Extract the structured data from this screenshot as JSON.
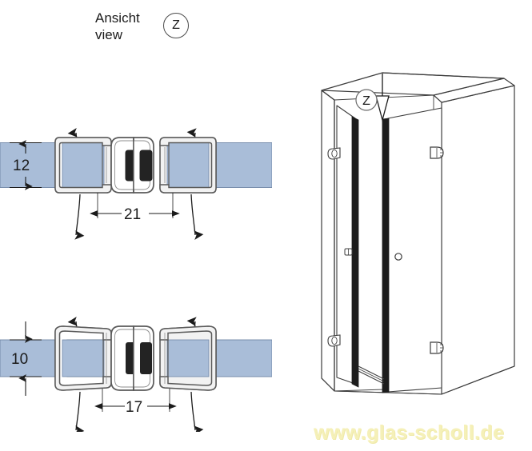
{
  "header": {
    "line_de": "Ansicht",
    "line_en": "view",
    "callout_letter": "Z"
  },
  "details": [
    {
      "id": "detail-upper",
      "glass_thickness": "12",
      "profile_width": "21",
      "arrow_count": 4
    },
    {
      "id": "detail-lower",
      "glass_thickness": "10",
      "profile_width": "17",
      "arrow_count": 4
    }
  ],
  "isometric": {
    "callout_letter": "Z",
    "parts": {
      "enclosure": "shower-enclosure",
      "door": "glass-door",
      "fixed_panel": "fixed-glass-panel",
      "magnetic_seal": "magnetic-seal-strip",
      "hinges": "wall-hinges",
      "handle": "door-handle-knob",
      "clamps": "glass-clamps"
    }
  },
  "watermark": {
    "text": "www.glas-scholl.de",
    "color": "#f5f0b8"
  },
  "colors": {
    "glass": "#a9bdd8",
    "glass_edge": "#6f86a6",
    "profile_fill": "#f2f2f2",
    "profile_stroke": "#5a5a5a",
    "magnet": "#232323",
    "line": "#3c3c3c",
    "background": "#ffffff"
  }
}
